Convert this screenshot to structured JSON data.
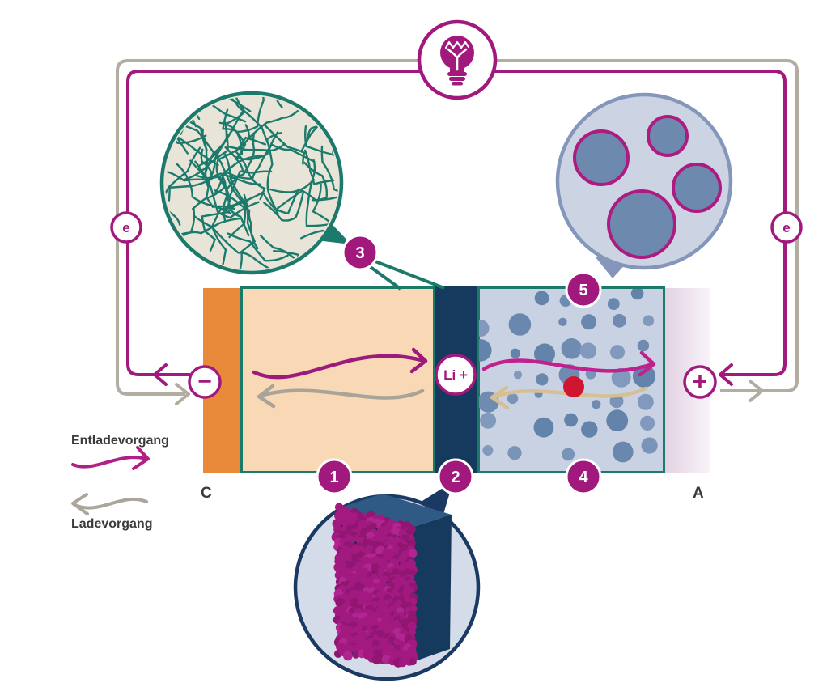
{
  "diagram": {
    "title": "lithium-ion-battery-schematic",
    "legend": {
      "discharge_label": "Entladevorgang",
      "charge_label": "Ladevorgang"
    },
    "electrodes": {
      "cathode_label": "C",
      "anode_label": "A"
    },
    "terminals": {
      "minus_label": "−",
      "plus_label": "+"
    },
    "ion_label": "Li +",
    "electron_label": "e",
    "markers": [
      {
        "label": "1"
      },
      {
        "label": "2"
      },
      {
        "label": "3"
      },
      {
        "label": "4"
      },
      {
        "label": "5"
      }
    ],
    "colors": {
      "magenta": "#a1197d",
      "bright_magenta": "#c0218f",
      "teal": "#1b7a6b",
      "navy": "#16395e",
      "orange": "#e9893a",
      "peach": "#f9d9b5",
      "anode_bg": "#c9d2e2",
      "particle_blue": "#6f8bb1",
      "collector_pink": "#e7d7e7",
      "wire_gray": "#b2aca1",
      "charge_gray": "#a9a49a",
      "charge_tan": "#d4c094",
      "red_dot": "#d01531",
      "fiber_bg": "#e9e4d8",
      "zoom_blue_bg": "#ccd4e4",
      "zoom_blue_border": "#8497ba",
      "text_dark": "#3a3a3a"
    }
  }
}
